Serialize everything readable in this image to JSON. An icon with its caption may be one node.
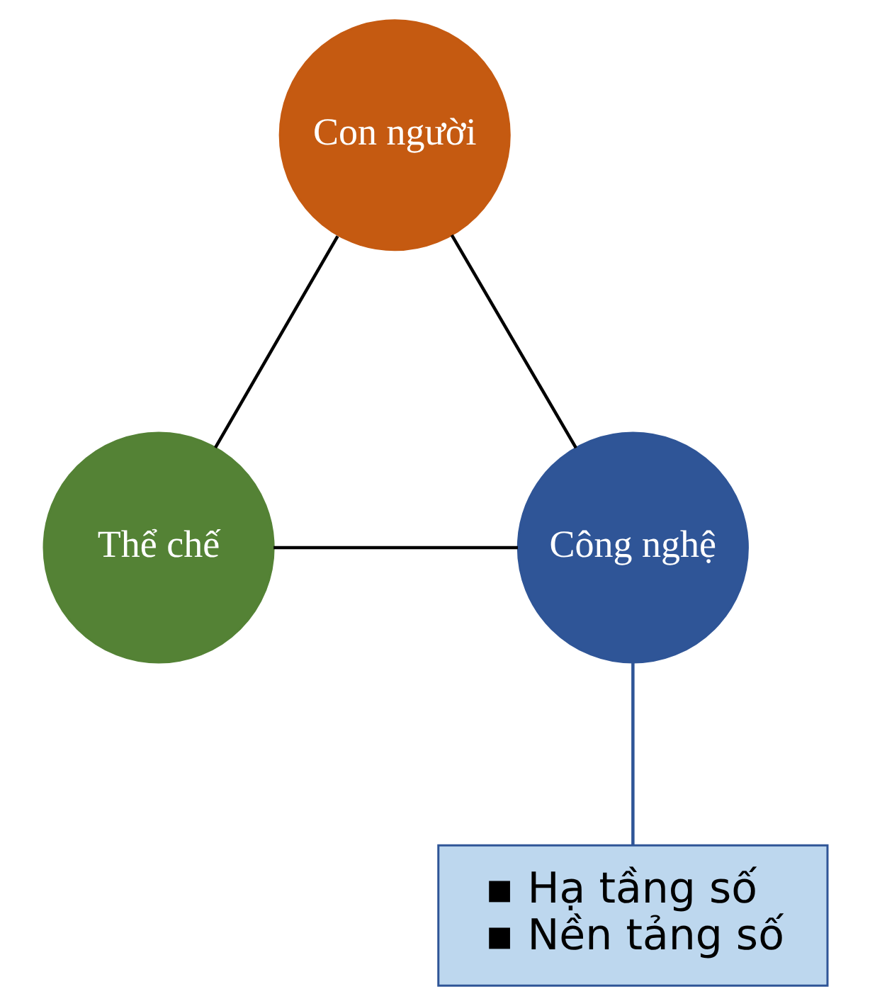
{
  "diagram": {
    "nodes": [
      {
        "text": [
          "Con người"
        ]
      },
      {
        "text": [
          "Thể chế"
        ]
      },
      {
        "text": [
          "Công nghệ"
        ]
      },
      {
        "text": [
          "▪ Hạ tầng số",
          "▪ Nền tảng số"
        ]
      }
    ],
    "edges": [
      {
        "from": 0,
        "to": 1,
        "arrow": "none"
      },
      {
        "from": 0,
        "to": 2,
        "arrow": "none"
      },
      {
        "from": 1,
        "to": 2,
        "arrow": "none"
      },
      {
        "from": 2,
        "to": 3,
        "arrow": "none",
        "color": "#2f5597"
      }
    ]
  }
}
